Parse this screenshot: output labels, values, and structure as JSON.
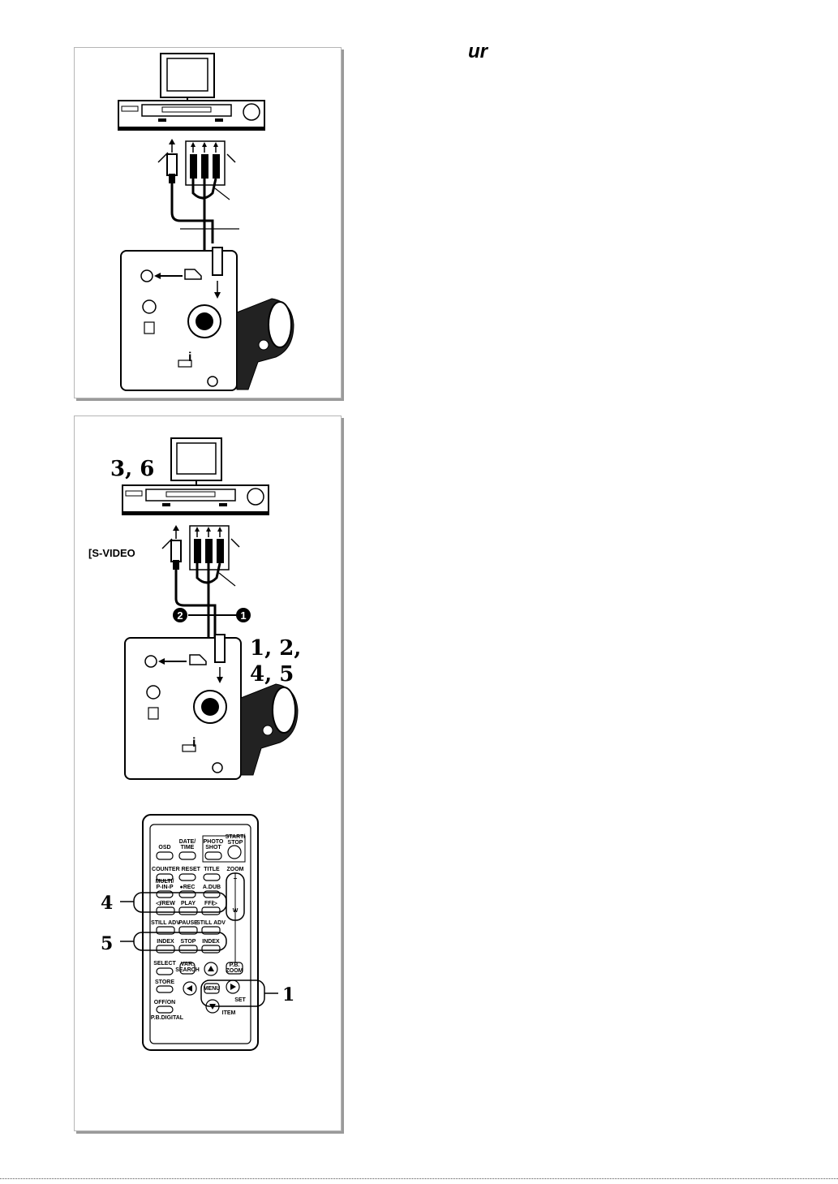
{
  "heading": "ur",
  "figure_top": {},
  "figure_bottom": {
    "step_vcr": "3, 6",
    "svideo_label": "[S-VIDEO",
    "cable_markers": [
      "❷",
      "❶"
    ],
    "step_camera_line1": "1, 2,",
    "step_camera_line2": "4, 5"
  },
  "remote": {
    "buttons": {
      "osd": "OSD",
      "datetime_1": "DATE/",
      "datetime_2": "TIME",
      "photo_1": "PHOTO",
      "photo_2": "SHOT",
      "startstop_1": "START/",
      "startstop_2": "STOP",
      "counter_reset": "COUNTER RESET",
      "title": "TITLE",
      "zoom": "ZOOM",
      "multi_1": "MULTI/",
      "multi_2": "P-IN-P",
      "rec": "●REC",
      "adub": "A.DUB",
      "rew": "◁/REW",
      "play": "PLAY",
      "ff": "FF/▷",
      "still_adv_l": "STILL ADV",
      "pause": "PAUSE",
      "still_adv_r": "STILL ADV",
      "index_l": "INDEX",
      "stop": "STOP",
      "index_r": "INDEX",
      "select": "SELECT",
      "var_search_1": "VAR.",
      "var_search_2": "SEARCH",
      "pb_zoom_1": "P.B.",
      "pb_zoom_2": "ZOOM",
      "store": "STORE",
      "menu": "MENU",
      "set": "SET",
      "item": "ITEM",
      "offon": "OFF/ON",
      "pb_digital": "P.B.DIGITAL",
      "zoom_t": "T",
      "zoom_w": "W"
    },
    "callouts": [
      "4",
      "5",
      "1"
    ]
  }
}
